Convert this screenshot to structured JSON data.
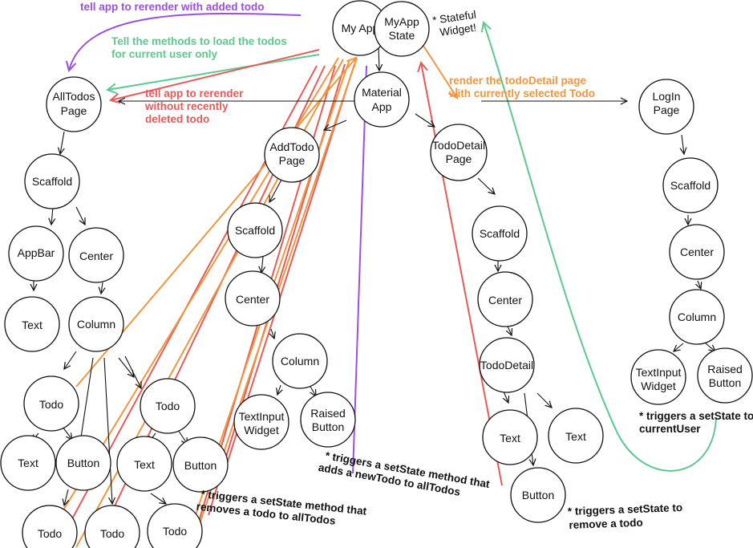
{
  "colors": {
    "ink": "#111111",
    "purple": "#9b4fe0",
    "green": "#5cc98e",
    "red": "#e85a58",
    "orange": "#f0963e"
  },
  "nodes": {
    "myapp": [
      "My App"
    ],
    "myappstate": [
      "MyApp",
      "State"
    ],
    "material": [
      "Material",
      "App"
    ],
    "alltodos": [
      "AllTodos",
      "Page"
    ],
    "addtodo": [
      "AddTodo",
      "Page"
    ],
    "tododetail_page": [
      "TodoDetail",
      "Page"
    ],
    "login": [
      "LogIn",
      "Page"
    ],
    "scaffold1": [
      "Scaffold"
    ],
    "appbar": [
      "AppBar"
    ],
    "center1": [
      "Center"
    ],
    "text1": [
      "Text"
    ],
    "column1": [
      "Column"
    ],
    "todo1": [
      "Todo"
    ],
    "todo2": [
      "Todo"
    ],
    "text2": [
      "Text"
    ],
    "button1": [
      "Button"
    ],
    "text3": [
      "Text"
    ],
    "button2": [
      "Button"
    ],
    "todo3": [
      "Todo"
    ],
    "todo4": [
      "Todo"
    ],
    "todo5": [
      "Todo"
    ],
    "scaffold2": [
      "Scaffold"
    ],
    "center2": [
      "Center"
    ],
    "column2": [
      "Column"
    ],
    "textinput2": [
      "TextInput",
      "Widget"
    ],
    "raised2": [
      "Raised",
      "Button"
    ],
    "scaffold3": [
      "Scaffold"
    ],
    "center3": [
      "Center"
    ],
    "tododetail": [
      "TodoDetail"
    ],
    "text4": [
      "Text"
    ],
    "text5": [
      "Text"
    ],
    "button3": [
      "Button"
    ],
    "scaffold4": [
      "Scaffold"
    ],
    "center4": [
      "Center"
    ],
    "column4": [
      "Column"
    ],
    "textinput4": [
      "TextInput",
      "Widget"
    ],
    "raised4": [
      "Raised",
      "Button"
    ]
  },
  "annotations": {
    "rerender_added": [
      "tell app to rerender with added todo"
    ],
    "load_todos": [
      "Tell the methods to load the todos",
      "for current user only"
    ],
    "rerender_deleted": [
      "tell app to rerender",
      "without recently",
      "deleted todo"
    ],
    "render_detail": [
      "render the todoDetail page",
      "with currently selected Todo"
    ],
    "stateful": [
      "* Stateful",
      "Widget!"
    ],
    "setstate_remove_alltodos": [
      "* triggers a setState method that",
      "removes a todo to allTodos"
    ],
    "setstate_add": [
      "* triggers a setState method that",
      "adds a newTodo to allTodos"
    ],
    "setstate_remove": [
      "* triggers a setState to",
      "remove a todo"
    ],
    "setstate_user": [
      "* triggers a setState to",
      "currentUser"
    ]
  }
}
